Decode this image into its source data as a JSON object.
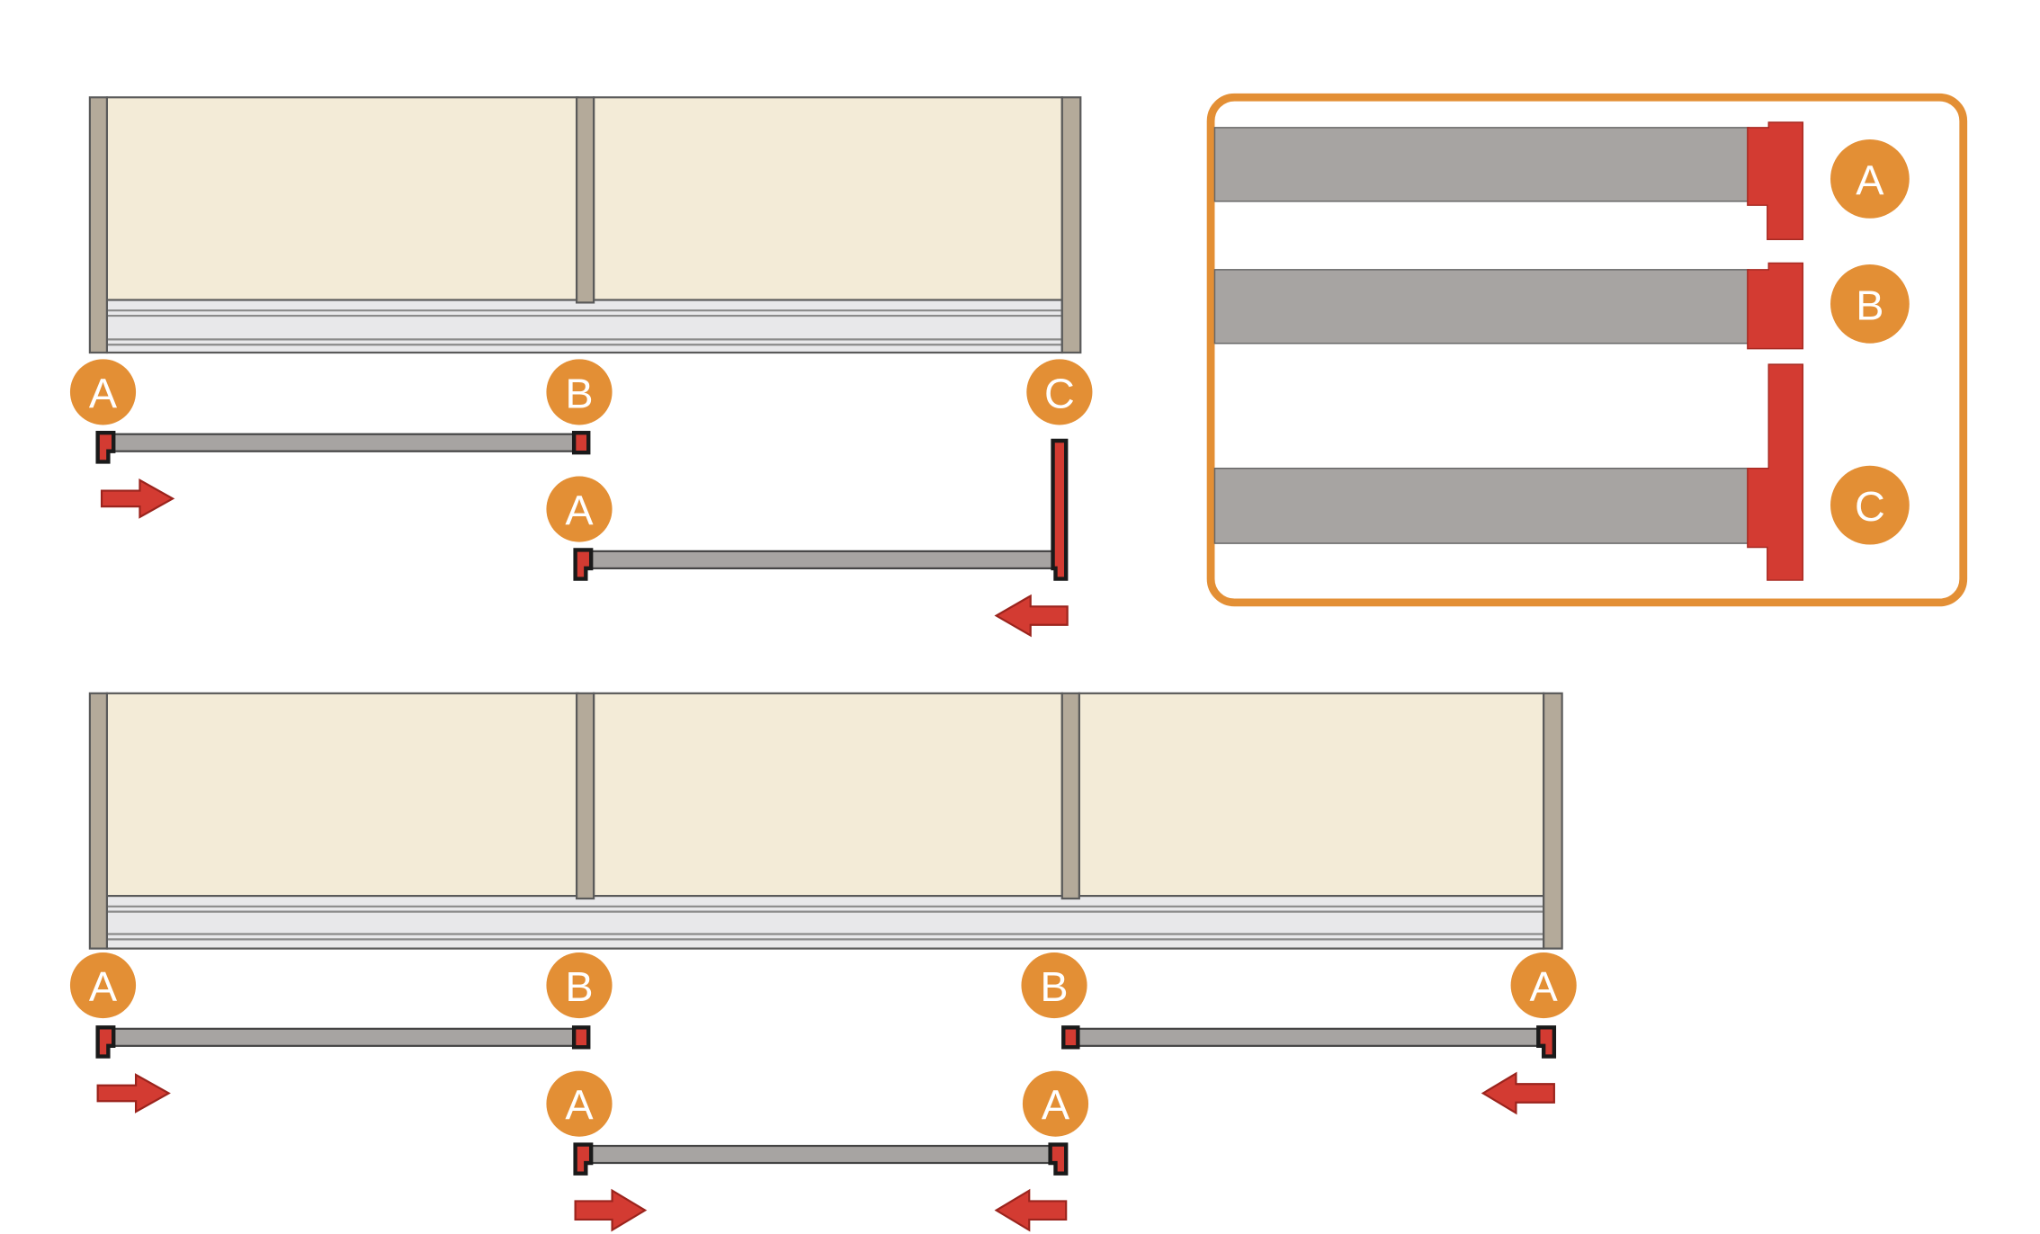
{
  "colors": {
    "badge": "#e38f35",
    "cap": "#d33b32",
    "bar": "#a7a4a2",
    "panel": "#f3ebd7",
    "post": "#b4aa9a"
  },
  "labels": {
    "a": "A",
    "b": "B",
    "c": "C"
  },
  "diagram_top": {
    "badges": [
      "A",
      "B",
      "C",
      "A"
    ],
    "arrows": [
      "right",
      "left"
    ]
  },
  "diagram_bottom": {
    "badges": [
      "A",
      "B",
      "B",
      "A",
      "A",
      "A"
    ],
    "arrows": [
      "right",
      "left",
      "right",
      "left"
    ]
  },
  "legend": {
    "items": [
      "A",
      "B",
      "C"
    ]
  }
}
